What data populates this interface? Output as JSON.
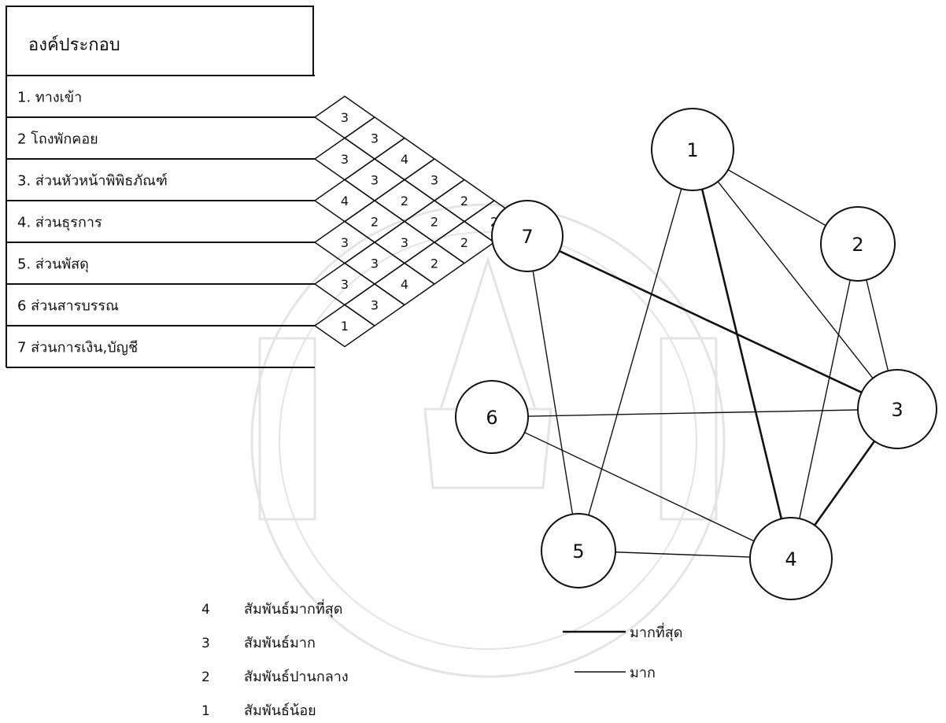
{
  "header": {
    "title": "องค์ประกอบ"
  },
  "components": [
    "1. ทางเข้า",
    "2 โถงพักคอย",
    "3. ส่วนหัวหน้าพิพิธภัณฑ์",
    "4. ส่วนธุรการ",
    "5. ส่วนพัสดุ",
    "6 ส่วนสารบรรณ",
    "7 ส่วนการเงิน,บัญชี"
  ],
  "matrix": [
    {
      "row": 1,
      "col": 2,
      "value": "3"
    },
    {
      "row": 1,
      "col": 3,
      "value": "3"
    },
    {
      "row": 1,
      "col": 4,
      "value": "4"
    },
    {
      "row": 1,
      "col": 5,
      "value": "3"
    },
    {
      "row": 1,
      "col": 6,
      "value": "2"
    },
    {
      "row": 1,
      "col": 7,
      "value": "2"
    },
    {
      "row": 2,
      "col": 3,
      "value": "3"
    },
    {
      "row": 2,
      "col": 4,
      "value": "3"
    },
    {
      "row": 2,
      "col": 5,
      "value": "2"
    },
    {
      "row": 2,
      "col": 6,
      "value": "2"
    },
    {
      "row": 2,
      "col": 7,
      "value": "2"
    },
    {
      "row": 3,
      "col": 4,
      "value": "4"
    },
    {
      "row": 3,
      "col": 5,
      "value": "2"
    },
    {
      "row": 3,
      "col": 6,
      "value": "3"
    },
    {
      "row": 3,
      "col": 7,
      "value": "2"
    },
    {
      "row": 4,
      "col": 5,
      "value": "3"
    },
    {
      "row": 4,
      "col": 6,
      "value": "3"
    },
    {
      "row": 4,
      "col": 7,
      "value": "4"
    },
    {
      "row": 5,
      "col": 6,
      "value": "3"
    },
    {
      "row": 5,
      "col": 7,
      "value": "3"
    },
    {
      "row": 6,
      "col": 7,
      "value": "1"
    }
  ],
  "graph": {
    "nodes": [
      "1",
      "2",
      "3",
      "4",
      "5",
      "6",
      "7"
    ],
    "edges": [
      {
        "from": "1",
        "to": "2",
        "type": "มาก"
      },
      {
        "from": "1",
        "to": "3",
        "type": "มาก"
      },
      {
        "from": "1",
        "to": "4",
        "type": "มากที่สุด"
      },
      {
        "from": "1",
        "to": "5",
        "type": "มาก"
      },
      {
        "from": "2",
        "to": "3",
        "type": "มาก"
      },
      {
        "from": "2",
        "to": "4",
        "type": "มาก"
      },
      {
        "from": "3",
        "to": "4",
        "type": "มากที่สุด"
      },
      {
        "from": "3",
        "to": "6",
        "type": "มาก"
      },
      {
        "from": "3",
        "to": "7",
        "type": "มากที่สุด"
      },
      {
        "from": "4",
        "to": "5",
        "type": "มาก"
      },
      {
        "from": "4",
        "to": "6",
        "type": "มาก"
      },
      {
        "from": "5",
        "to": "7",
        "type": "มาก"
      }
    ]
  },
  "legend": {
    "levels": [
      {
        "value": "4",
        "label": "สัมพันธ์มากที่สุด"
      },
      {
        "value": "3",
        "label": "สัมพันธ์มาก"
      },
      {
        "value": "2",
        "label": "สัมพันธ์ปานกลาง"
      },
      {
        "value": "1",
        "label": "สัมพันธ์น้อย"
      }
    ],
    "lines": [
      {
        "label": "มากที่สุด",
        "weight": "heavy"
      },
      {
        "label": "มาก",
        "weight": "normal"
      }
    ]
  }
}
